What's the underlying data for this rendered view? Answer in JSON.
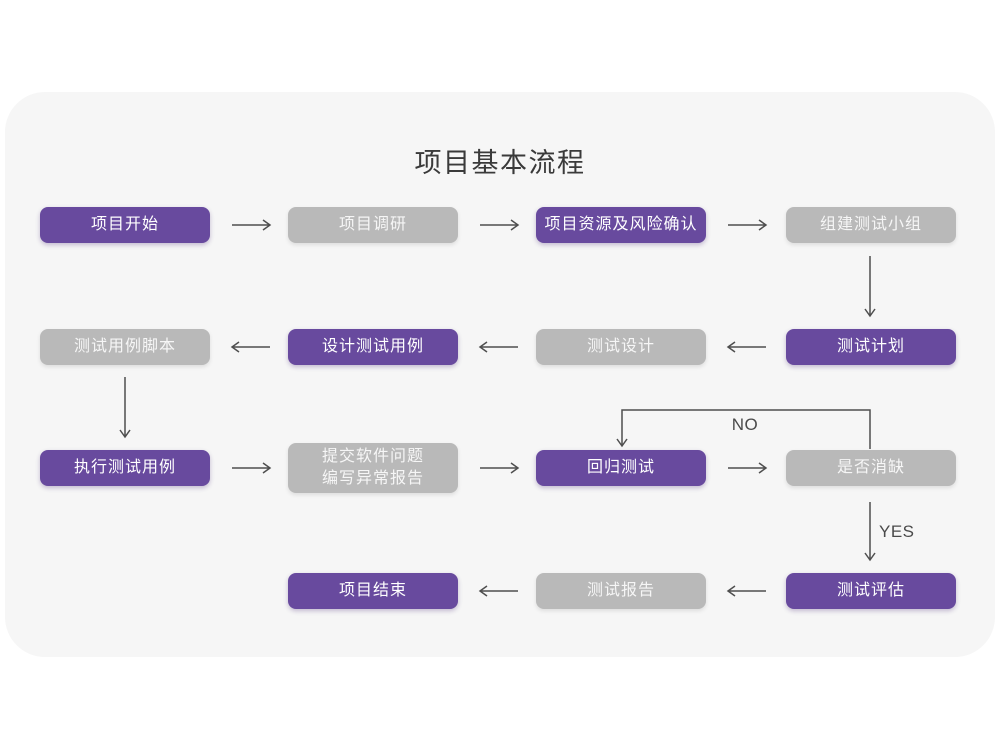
{
  "title": "项目基本流程",
  "colors": {
    "page_background": "#ffffff",
    "card_background": "#f6f6f6",
    "purple": "#684a9e",
    "gray": "#b9b9b9",
    "arrow": "#4f4f4f",
    "node_text": "#ffffff"
  },
  "nodes": [
    {
      "id": "project-start",
      "label": "项目开始",
      "variant": "purple"
    },
    {
      "id": "project-research",
      "label": "项目调研",
      "variant": "gray"
    },
    {
      "id": "resource-risk-confirm",
      "label": "项目资源及风险确认",
      "variant": "purple"
    },
    {
      "id": "build-test-team",
      "label": "组建测试小组",
      "variant": "gray"
    },
    {
      "id": "test-case-scripts",
      "label": "测试用例脚本",
      "variant": "gray"
    },
    {
      "id": "design-test-cases",
      "label": "设计测试用例",
      "variant": "purple"
    },
    {
      "id": "test-design",
      "label": "测试设计",
      "variant": "gray"
    },
    {
      "id": "test-plan",
      "label": "测试计划",
      "variant": "purple"
    },
    {
      "id": "execute-test-cases",
      "label": "执行测试用例",
      "variant": "purple"
    },
    {
      "id": "submit-issue-report",
      "label": "提交软件问题\n编写异常报告",
      "variant": "gray"
    },
    {
      "id": "regression-test",
      "label": "回归测试",
      "variant": "purple"
    },
    {
      "id": "defect-resolved",
      "label": "是否消缺",
      "variant": "gray"
    },
    {
      "id": "project-end",
      "label": "项目结束",
      "variant": "purple"
    },
    {
      "id": "test-report",
      "label": "测试报告",
      "variant": "gray"
    },
    {
      "id": "test-evaluation",
      "label": "测试评估",
      "variant": "purple"
    }
  ],
  "decision_labels": {
    "no": "NO",
    "yes": "YES"
  },
  "edges": [
    {
      "from": "project-start",
      "to": "project-research"
    },
    {
      "from": "project-research",
      "to": "resource-risk-confirm"
    },
    {
      "from": "resource-risk-confirm",
      "to": "build-test-team"
    },
    {
      "from": "build-test-team",
      "to": "test-plan"
    },
    {
      "from": "test-plan",
      "to": "test-design"
    },
    {
      "from": "test-design",
      "to": "design-test-cases"
    },
    {
      "from": "design-test-cases",
      "to": "test-case-scripts"
    },
    {
      "from": "test-case-scripts",
      "to": "execute-test-cases"
    },
    {
      "from": "execute-test-cases",
      "to": "submit-issue-report"
    },
    {
      "from": "submit-issue-report",
      "to": "regression-test"
    },
    {
      "from": "regression-test",
      "to": "defect-resolved"
    },
    {
      "from": "defect-resolved",
      "to": "regression-test",
      "label": "NO"
    },
    {
      "from": "defect-resolved",
      "to": "test-evaluation",
      "label": "YES"
    },
    {
      "from": "test-evaluation",
      "to": "test-report"
    },
    {
      "from": "test-report",
      "to": "project-end"
    }
  ]
}
